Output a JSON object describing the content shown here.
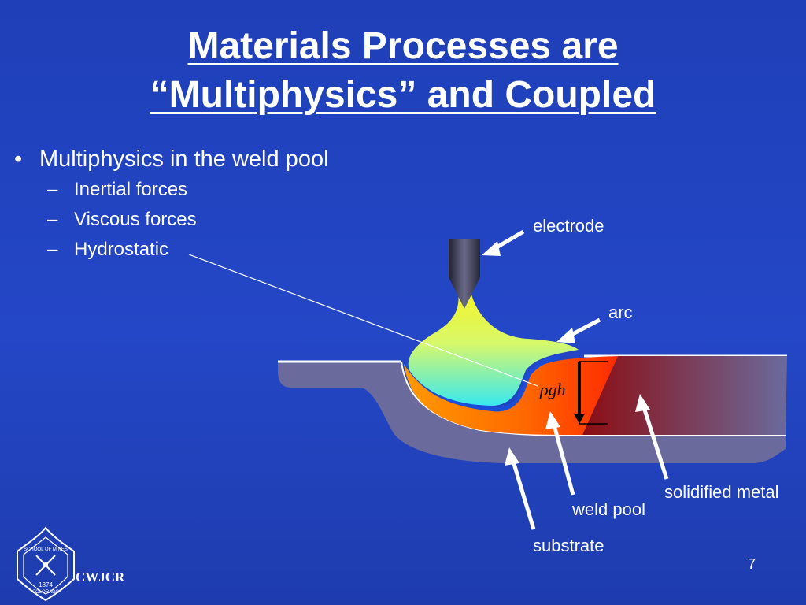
{
  "slide": {
    "title_line1": "Materials Processes are",
    "title_line2": "“Multiphysics” and Coupled",
    "bullet_main": "Multiphysics in the weld pool",
    "sub_bullets": [
      "Inertial forces",
      "Viscous forces",
      "Hydrostatic"
    ],
    "bullet_glyph": "•",
    "dash_glyph": "–",
    "page_number": "7",
    "footer_org": "CWJCR"
  },
  "diagram": {
    "labels": {
      "electrode": "electrode",
      "arc": "arc",
      "solidified_metal": "solidified metal",
      "weld_pool": "weld pool",
      "substrate": "substrate",
      "formula": "ρgh"
    }
  },
  "logo": {
    "arc_text": "SCHOOL OF MINES",
    "bottom_text": "COLORADO",
    "year": "1874"
  }
}
